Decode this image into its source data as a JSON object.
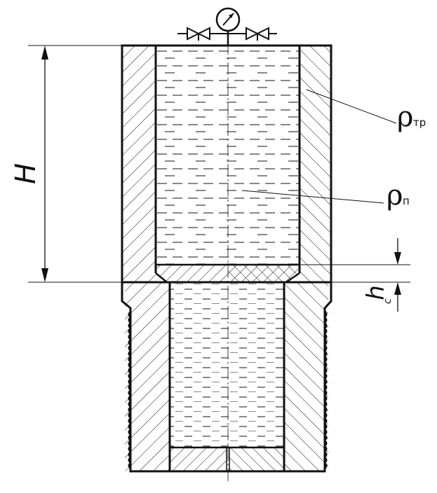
{
  "labels": {
    "height_main": "H",
    "height_collar_base": "h",
    "height_collar_sub": "c",
    "rho_pipe_base": "ρ",
    "rho_pipe_sub": "тр",
    "rho_fluid_base": "ρ",
    "rho_fluid_sub": "п"
  },
  "elements": {
    "gauge": "pressure-gauge-icon",
    "valves": "valve-icon"
  },
  "colors": {
    "stroke": "#111111",
    "background": "#ffffff"
  }
}
